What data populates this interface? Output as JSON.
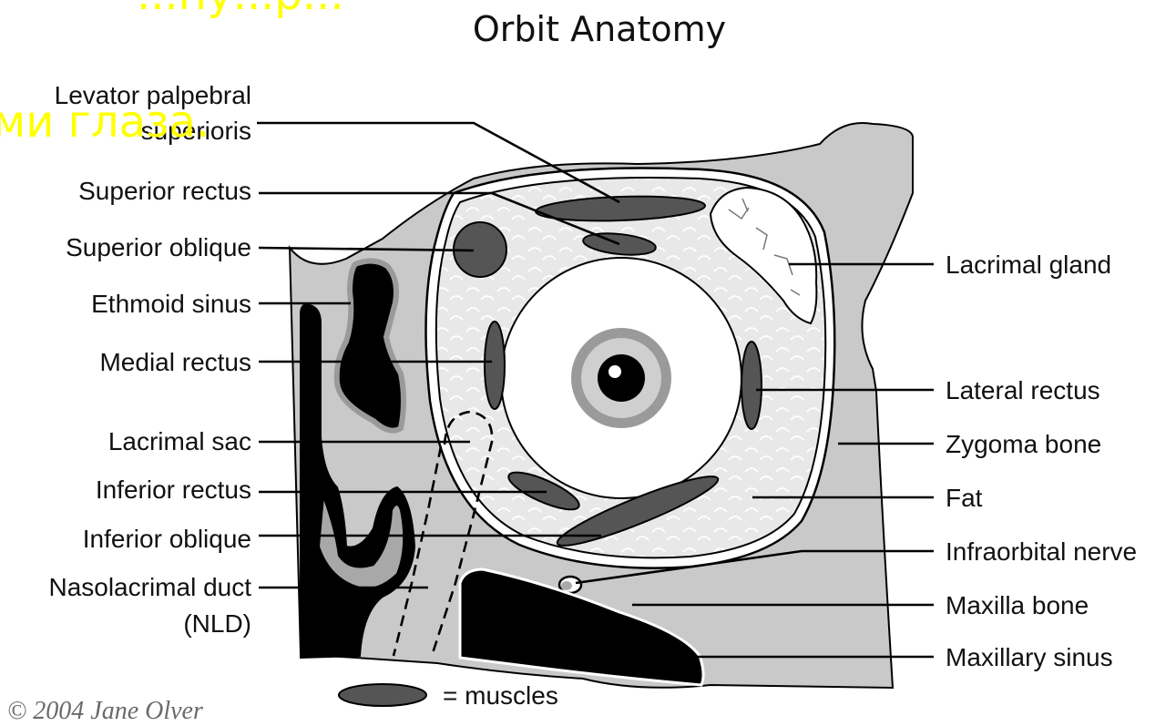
{
  "title": "Orbit Anatomy",
  "overlay_text": {
    "top": "...ну...р...",
    "left": "ми глаза."
  },
  "labels_left": {
    "levator_line1": "Levator palpebral",
    "levator_line2": "superioris",
    "superior_rectus": "Superior rectus",
    "superior_oblique": "Superior oblique",
    "ethmoid_sinus": "Ethmoid sinus",
    "medial_rectus": "Medial rectus",
    "lacrimal_sac": "Lacrimal sac",
    "inferior_rectus": "Inferior rectus",
    "inferior_oblique": "Inferior oblique",
    "nld_line1": "Nasolacrimal duct",
    "nld_line2": "(NLD)"
  },
  "labels_right": {
    "lacrimal_gland": "Lacrimal gland",
    "lateral_rectus": "Lateral rectus",
    "zygoma_bone": "Zygoma bone",
    "fat": "Fat",
    "infraorbital_nerve": "Infraorbital nerve",
    "maxilla_bone": "Maxilla bone",
    "maxillary_sinus": "Maxillary sinus"
  },
  "legend": {
    "text": "= muscles"
  },
  "copyright": "© 2004 Jane Olver",
  "colors": {
    "bone": "#c9c9c9",
    "fat": "#e6e6e6",
    "muscle": "#555555",
    "sinus": "#000000",
    "overlay": "#ffff00"
  }
}
